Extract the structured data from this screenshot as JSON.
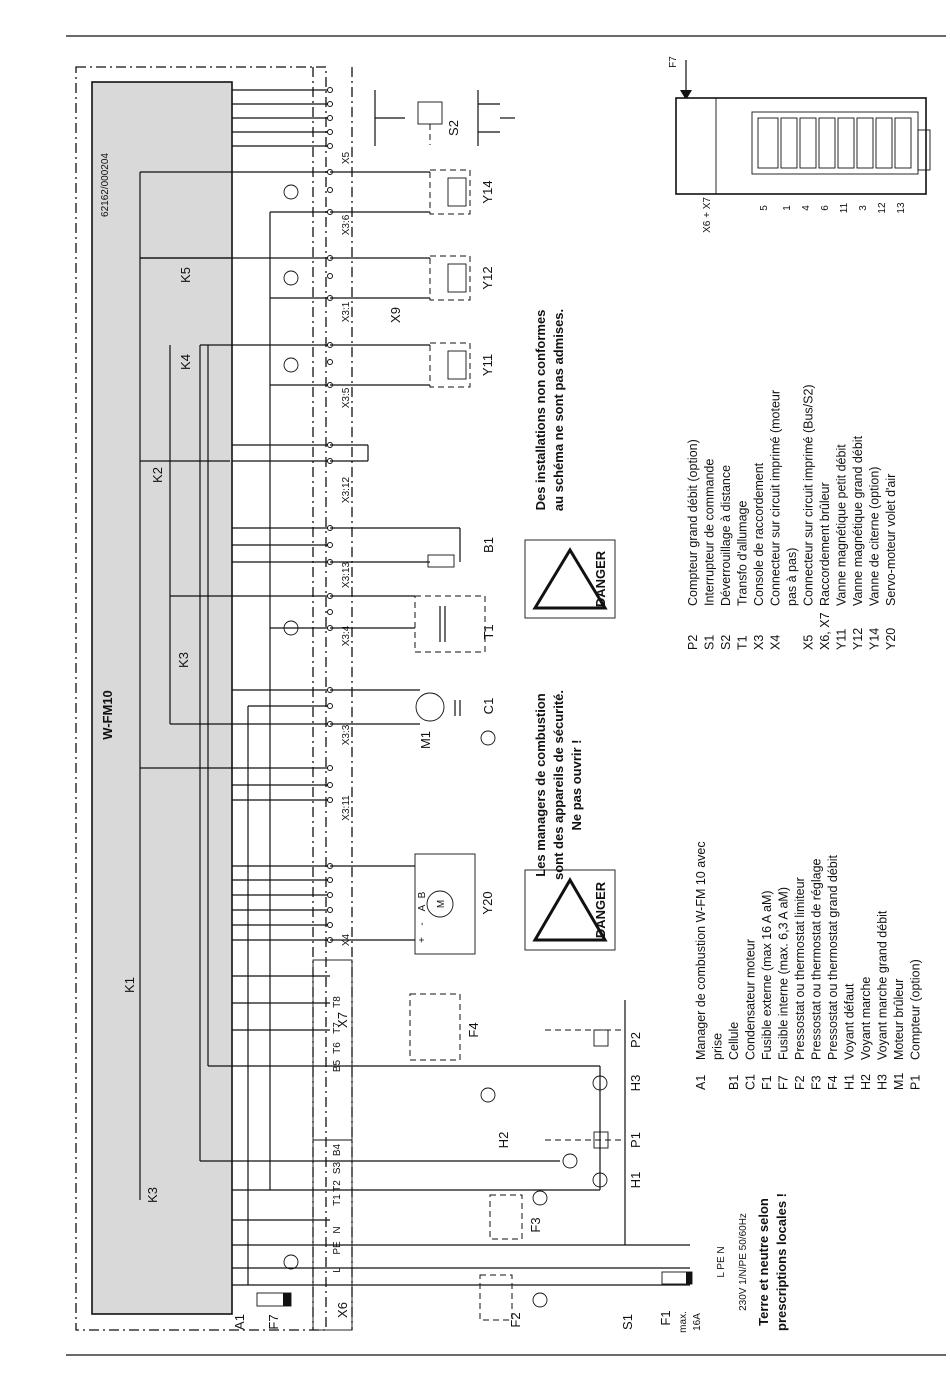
{
  "module": {
    "name": "W-FM10",
    "code": "62162/000204"
  },
  "connectors": [
    "X6",
    "X7",
    "X4",
    "X3:11",
    "X3:3",
    "X3:4",
    "X3:13",
    "X3:12",
    "X3:5",
    "X3:1",
    "X3:6",
    "X5"
  ],
  "connector_pins": {
    "x6": [
      "L",
      "PE",
      "N"
    ],
    "x7": [
      "T1",
      "T2",
      "S3",
      "B4",
      "B5",
      "T6",
      "T7",
      "T8"
    ]
  },
  "relays": [
    "K1",
    "K2",
    "K3",
    "K3",
    "K4",
    "K5"
  ],
  "components": [
    "A1",
    "F7",
    "F2",
    "S1",
    "F1",
    "F3",
    "H1",
    "H2",
    "P1",
    "H3",
    "P2",
    "F4",
    "Y20",
    "M1",
    "C1",
    "T1",
    "B1",
    "Y11",
    "Y12",
    "Y14",
    "X9",
    "S2"
  ],
  "y20_inner": [
    "+",
    "-",
    "A",
    "B",
    "M"
  ],
  "supply": {
    "lines": "L PE N",
    "spec": "230V 1/N/PE 50/60Hz",
    "fuse_max": "max.",
    "fuse_rating": "16A",
    "earth_note_1": "Terre et neutre selon",
    "earth_note_2": "prescriptions locales !"
  },
  "warnings": {
    "danger_label": "DANGER",
    "manager_warning": [
      "Les managers de combustion",
      "sont des appareils de sécurité.",
      "Ne pas ouvrir !"
    ],
    "install_warning": [
      "Des installations non conformes",
      "au schéma ne sont pas admises."
    ]
  },
  "side_view": {
    "arrow_label": "F7",
    "base_label": "X6 + X7",
    "pin_numbers": [
      "5",
      "1",
      "4",
      "6",
      "11",
      "3",
      "12",
      "13"
    ]
  },
  "legend": [
    {
      "code": "A1",
      "desc": "Manager de combustion W-FM 10 avec"
    },
    {
      "code": "",
      "desc": "prise"
    },
    {
      "code": "B1",
      "desc": "Cellule"
    },
    {
      "code": "C1",
      "desc": "Condensateur moteur"
    },
    {
      "code": "F1",
      "desc": "Fusible externe (max 16 A aM)"
    },
    {
      "code": "F7",
      "desc": "Fusible interne (max. 6,3 A aM)"
    },
    {
      "code": "F2",
      "desc": "Pressostat ou thermostat limiteur"
    },
    {
      "code": "F3",
      "desc": "Pressostat ou thermostat de réglage"
    },
    {
      "code": "F4",
      "desc": "Pressostat ou thermostat grand débit"
    },
    {
      "code": "H1",
      "desc": "Voyant défaut"
    },
    {
      "code": "H2",
      "desc": "Voyant marche"
    },
    {
      "code": "H3",
      "desc": "Voyant marche grand débit"
    },
    {
      "code": "M1",
      "desc": "Moteur brûleur"
    },
    {
      "code": "P1",
      "desc": "Compteur (option)"
    },
    {
      "code": "P2",
      "desc": "Compteur grand débit (option)"
    },
    {
      "code": "S1",
      "desc": "Interrupteur de commande"
    },
    {
      "code": "S2",
      "desc": "Déverrouillage à distance"
    },
    {
      "code": "T1",
      "desc": "Transfo d'allumage"
    },
    {
      "code": "X3",
      "desc": "Console de raccordement"
    },
    {
      "code": "X4",
      "desc": "Connecteur sur circuit imprimé (moteur"
    },
    {
      "code": "",
      "desc": "pas à pas)"
    },
    {
      "code": "X5",
      "desc": "Connecteur sur circuit imprimé (Bus/S2)"
    },
    {
      "code": "X6, X7",
      "desc": "Raccordement brûleur"
    },
    {
      "code": "Y11",
      "desc": "Vanne magnétique petit débit"
    },
    {
      "code": "Y12",
      "desc": "Vanne magnétique grand débit"
    },
    {
      "code": "Y14",
      "desc": "Vanne de citerne (option)"
    },
    {
      "code": "Y20",
      "desc": "Servo-moteur volet d'air"
    }
  ]
}
